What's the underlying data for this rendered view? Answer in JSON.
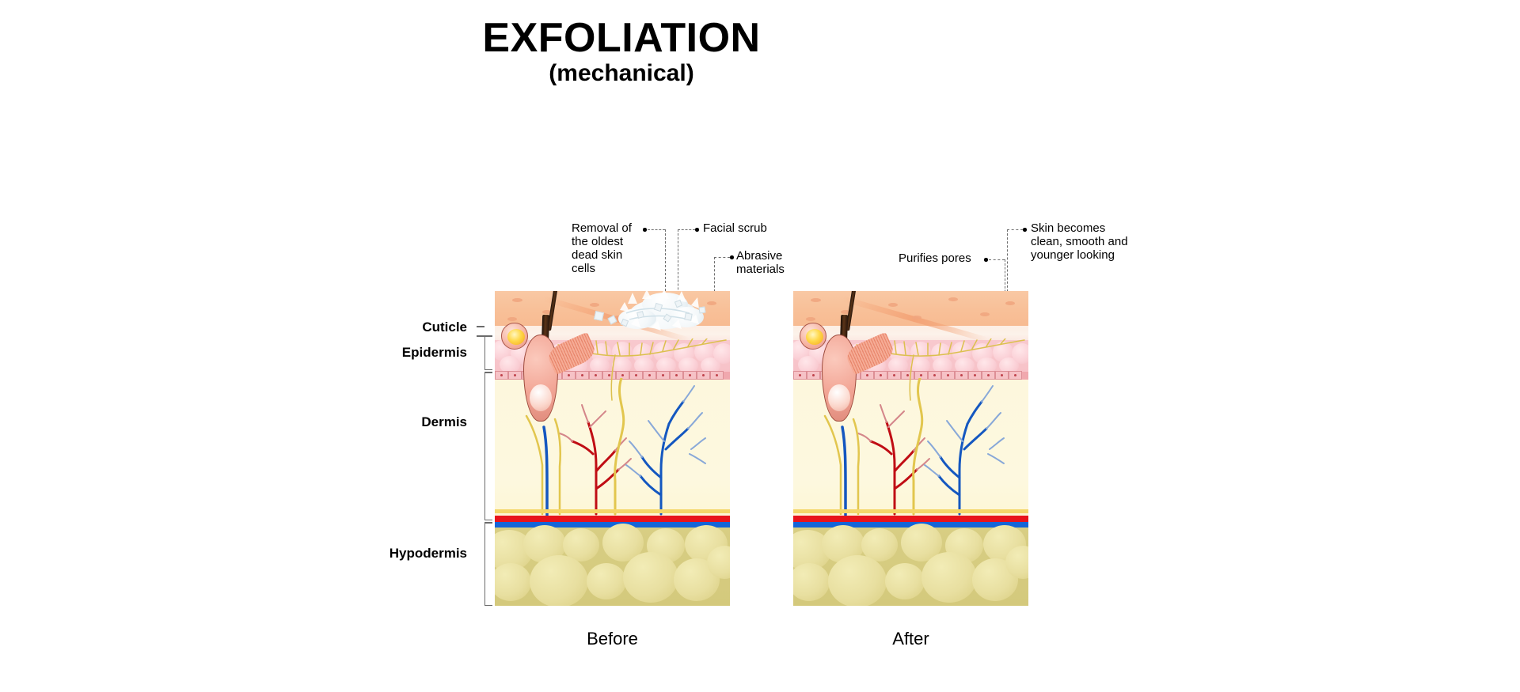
{
  "title": "EXFOLIATION",
  "subtitle": "(mechanical)",
  "layer_labels": [
    {
      "name": "cuticle",
      "text": "Cuticle"
    },
    {
      "name": "epidermis",
      "text": "Epidermis"
    },
    {
      "name": "dermis",
      "text": "Dermis"
    },
    {
      "name": "hypodermis",
      "text": "Hypodermis"
    }
  ],
  "panels": [
    {
      "name": "before",
      "caption": "Before"
    },
    {
      "name": "after",
      "caption": "After"
    }
  ],
  "callouts_before": [
    {
      "name": "removal-of-dead-skin-cells",
      "text": "Removal of\nthe oldest\ndead skin\ncells"
    },
    {
      "name": "facial-scrub",
      "text": "Facial scrub"
    },
    {
      "name": "abrasive-materials",
      "text": "Abrasive\n  materials"
    }
  ],
  "callouts_after": [
    {
      "name": "purifies-pores",
      "text": "Purifies pores"
    },
    {
      "name": "skin-becomes-clean",
      "text": "Skin becomes\nclean, smooth and\nyounger looking"
    }
  ],
  "colors": {
    "cuticle": "#f8c098",
    "stratum": "#fcf2ea",
    "epidermis": "#f7c2c8",
    "dermis": "#fdf8df",
    "hypodermis": "#d4c97c",
    "artery": "#e8141b",
    "vein": "#1565d8",
    "nerve": "#e8c84a",
    "hair": "#2a170c",
    "follicle": "#f3a898",
    "sebaceous": "#ffd84a",
    "background": "#ffffff",
    "text": "#000000",
    "leader": "#6e6e6e"
  }
}
